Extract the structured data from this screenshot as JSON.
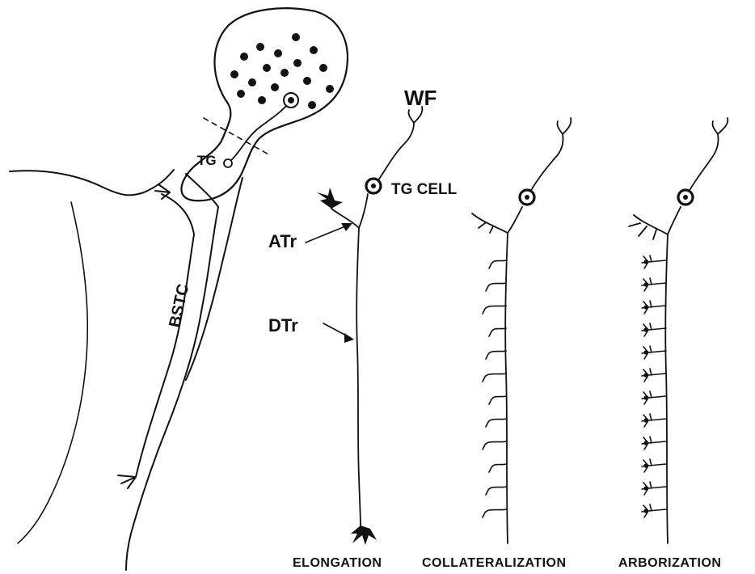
{
  "labels": {
    "wf": "WF",
    "tg": "TG",
    "tg_cell": "TG CELL",
    "atr": "ATr",
    "dtr": "DTr",
    "bstc": "BSTC"
  },
  "stages": [
    {
      "label": "ELONGATION"
    },
    {
      "label": "COLLATERALIZATION"
    },
    {
      "label": "ARBORIZATION"
    }
  ],
  "colors": {
    "ink": "#111111",
    "background": "#ffffff"
  }
}
